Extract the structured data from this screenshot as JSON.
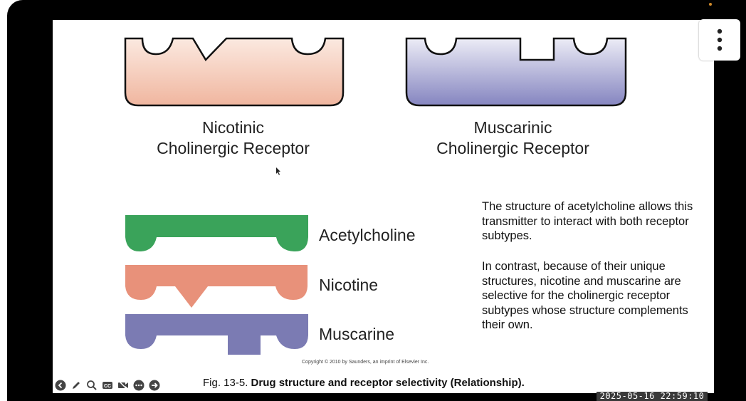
{
  "slide": {
    "nicotinic_receptor": {
      "line1": "Nicotinic",
      "line2": "Cholinergic Receptor"
    },
    "muscarinic_receptor": {
      "line1": "Muscarinic",
      "line2": "Cholinergic Receptor"
    },
    "drugs": [
      {
        "name": "Acetylcholine",
        "color": "#3aa35a"
      },
      {
        "name": "Nicotine",
        "color": "#e8917a"
      },
      {
        "name": "Muscarine",
        "color": "#7b7bb3"
      }
    ],
    "description": {
      "paragraph1": "The structure of acetylcholine allows this transmitter to interact with both receptor subtypes.",
      "paragraph2": "In contrast, because of their unique structures, nicotine and muscarine are selective for the cholinergic receptor subtypes whose structure complements their own."
    },
    "copyright": "Copyright © 2010 by Saunders, an imprint of Elsevier Inc.",
    "caption": {
      "prefix": "Fig. 13-5. ",
      "bold": "Drug structure and receptor selectivity (Relationship)."
    }
  },
  "controls": [
    "previous-icon",
    "pen-icon",
    "zoom-icon",
    "closed-caption-icon",
    "video-off-icon",
    "more-icon",
    "next-icon"
  ],
  "timestamp": "2025-05-16 22:59:10",
  "colors": {
    "nicotinic_receptor_top": "#fbe6dc",
    "nicotinic_receptor_bottom": "#f0b9a3",
    "muscarinic_receptor_top": "#e4e4f2",
    "muscarinic_receptor_bottom": "#8e8ec6"
  }
}
